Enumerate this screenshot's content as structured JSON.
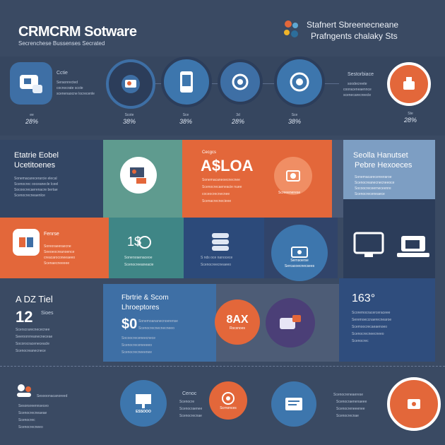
{
  "header": {
    "title": "CRMCRM Sotware",
    "subtitle": "Secrenchese Bussenses Secrated",
    "brand_line1": "Stafnert Sbreenecneane",
    "brand_line2": "Prafngents chalaky Sts"
  },
  "row1": {
    "card_label": "Cctie",
    "card_text1": "Seraonrected",
    "card_text2": "cocnocrate scole",
    "card_text3": "scenenaocne locrecenle",
    "right_label": "Sestorbiace",
    "right_text1": "soodecreete",
    "right_text2": "cooraceneaennce",
    "right_text3": "scenecarecreecle",
    "stats": [
      {
        "top": "ee",
        "value": "28%"
      },
      {
        "top": "Scote",
        "value": "38%"
      },
      {
        "top": "Sce",
        "value": "38%"
      },
      {
        "top": "3d",
        "value": "28%"
      },
      {
        "top": "Sce",
        "value": "38%"
      }
    ],
    "right_stat_top": "Ste",
    "right_stat_value": "28%"
  },
  "row2": {
    "left_heading1": "Etatrie Eobel",
    "left_heading2": "Ucetitoenes",
    "left_text": [
      "Sonemacarecerarcie elecal",
      "Scenocrec ooceanecle lceel",
      "Socoocrecaerenacre bertae",
      "Scenocrecneaenlce"
    ],
    "orange_top": "Cecgcs",
    "orange_big": "A$LOA",
    "orange_text": [
      "Sonemacaneoecnecnee",
      "Scenocrecaeneacie nuee",
      "coceocrecnecnee",
      "Scenacrecnecieee"
    ],
    "orange_icon_caption": "Screeenerese",
    "right_heading1": "Seolla Hanutset",
    "right_heading2": "Pebre Hexoeces",
    "right_text": [
      "Sonemacarecereeraroe",
      "Scenocreanecnecneeoce",
      "Socoocreceerneceenre",
      "Scenocreceneaece"
    ]
  },
  "row3": {
    "left_label": "Fenrse",
    "left_text": [
      "Soreoraeeraecne",
      "Seeoeocreanoence",
      "creacaroconeeaeeo",
      "Scenaecneeeee"
    ],
    "num": "1$",
    "num_text": [
      "Sonersraenaceoe",
      "Scenocreeaneacie"
    ],
    "mid_text": [
      "S nds oce nanocece",
      "Scenocreecneaeeo"
    ],
    "circle_caption": [
      "Sernsoerse",
      "Sercacoecnecsees"
    ]
  },
  "row4": {
    "left_heading": "A DZ Tiel",
    "big_num": "12",
    "label": "Sioes",
    "left_text": [
      "Scerscrarecnececnee",
      "Seeroonrreanecneceae",
      "Socorocraceneceacle",
      "Scenocreanecnece"
    ],
    "mid_heading1": "Fbrtrie & Scom",
    "mid_heading2": "Lhroeptores",
    "mid_num": "$0",
    "mid_text": [
      "Sonemoananecnoerense",
      "Scenocrecnecnecneeo",
      "Socoocreceneecnece",
      "Scenocreceneeeeo",
      "Scenocrecneeenee"
    ],
    "orange_big": "8AX",
    "orange_small": "Rscsnoes",
    "right_top": "163°",
    "right_text": [
      "Scoremocracerceraceee",
      "Seremoeccnaerecnearoe",
      "Scemoocrecaeaenoeo",
      "Scenocrecneecneeo",
      "Scenocrec"
    ]
  },
  "row5": {
    "left_text": [
      "Sesooonacanoreed",
      "Sesonsreennseceo",
      "Scenocrecneaeae",
      "Scenocrec",
      "Scenocrecneeo"
    ],
    "tag": "ESSOOO",
    "mid_label": "Cenoc",
    "mid_text": [
      "Scenocre",
      "Scenocraenee",
      "Scenocrecnae"
    ],
    "orange_caption": "Scrnonces",
    "right_text": [
      "Scenocreneaerese",
      "Scenocraenenaeee",
      "Scenocreneeenee",
      "Scenocrecnae"
    ]
  },
  "colors": {
    "bg": "#3a4a63",
    "teal": "#5f9b8f",
    "orange": "#e3673a",
    "blue": "#3e6fa5",
    "light_blue": "#7d9ec3",
    "navy": "#2c3d5a",
    "purple": "#4b3f77"
  }
}
